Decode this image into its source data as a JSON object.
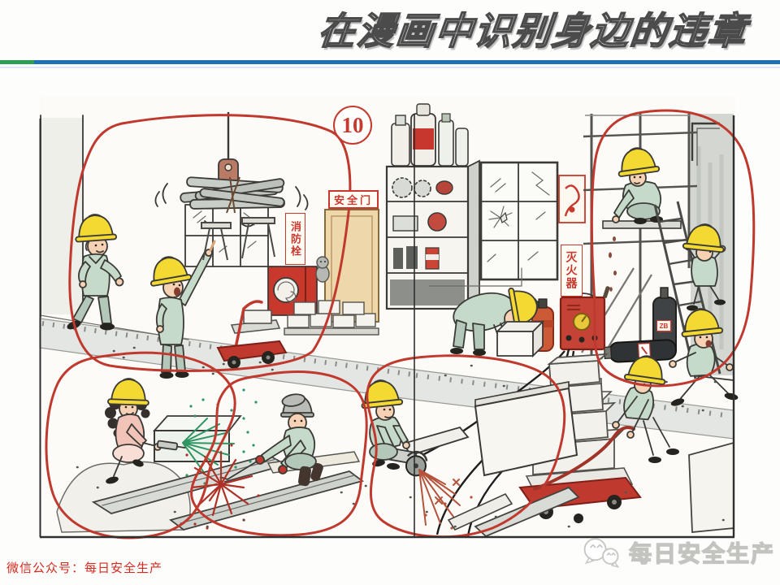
{
  "slide": {
    "title": "在漫画中识别身边的违章",
    "accent": {
      "bar_blue": "#1e72b4",
      "bar_green": "#2e9e55",
      "ink_red": "#c0392e"
    }
  },
  "cartoon": {
    "badge_number": "10",
    "signs": {
      "safety_door": "安全门",
      "fire_hydrant": "消防栓",
      "fire_extinguisher": "灭火器",
      "cylinder_label": "ZB"
    },
    "palette": {
      "helmet_yellow": "#f3d932",
      "uniform_green": "#c6dac9",
      "violation_circle_red": "#c0392e"
    }
  },
  "footer": {
    "wechat_account": "微信公众号：每日安全生产"
  },
  "watermark": {
    "logo": "wechat-chat-bubbles-icon",
    "brand_text": "每日安全生产"
  }
}
